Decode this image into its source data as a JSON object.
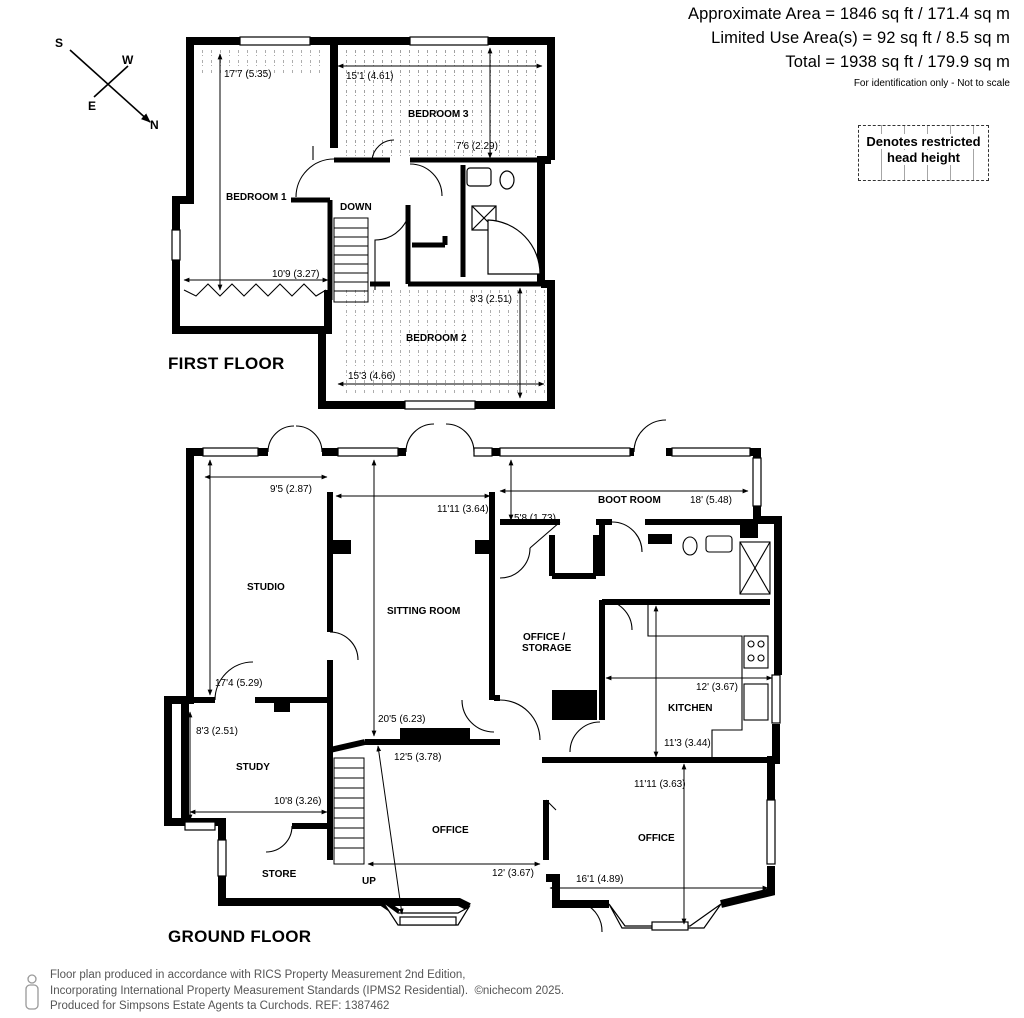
{
  "header": {
    "approx_area": "Approximate Area = 1846 sq ft / 171.4 sq m",
    "limited_use": "Limited Use Area(s) = 92 sq ft / 8.5 sq m",
    "total": "Total = 1938 sq ft / 179.9 sq m",
    "note": "For identification only - Not to scale"
  },
  "legend": {
    "line1": "Denotes restricted",
    "line2": "head height"
  },
  "compass": {
    "s": "S",
    "w": "W",
    "e": "E",
    "n": "N"
  },
  "first_floor": {
    "title": "FIRST FLOOR",
    "rooms": {
      "bedroom1": "BEDROOM 1",
      "bedroom2": "BEDROOM 2",
      "bedroom3": "BEDROOM 3",
      "down": "DOWN"
    },
    "dims": {
      "b1_len": "17'7 (5.35)",
      "b1_wid": "10'9 (3.27)",
      "b3_wid": "15'1 (4.61)",
      "b3_len": "7'6 (2.29)",
      "b2_len": "8'3 (2.51)",
      "b2_wid": "15'3 (4.66)"
    }
  },
  "ground_floor": {
    "title": "GROUND FLOOR",
    "rooms": {
      "studio": "STUDIO",
      "sitting": "SITTING ROOM",
      "boot": "BOOT ROOM",
      "office_storage_1": "OFFICE /",
      "office_storage_2": "STORAGE",
      "kitchen": "KITCHEN",
      "study": "STUDY",
      "store": "STORE",
      "office_mid": "OFFICE",
      "office_right": "OFFICE",
      "up": "UP"
    },
    "dims": {
      "studio_wid": "9'5 (2.87)",
      "studio_len": "17'4 (5.29)",
      "sitting_wid": "11'11 (3.64)",
      "sitting_len": "20'5 (6.23)",
      "boot_len": "18' (5.48)",
      "boot_wid": "5'8 (1.73)",
      "kitchen_wid": "12' (3.67)",
      "kitchen_len": "11'3 (3.44)",
      "study_len": "8'3 (2.51)",
      "study_wid": "10'8 (3.26)",
      "office_mid_len": "12'5 (3.78)",
      "office_mid_wid": "12' (3.67)",
      "office_right_len": "11'11 (3.63)",
      "office_right_wid": "16'1 (4.89)"
    }
  },
  "footer": {
    "line1": "Floor plan produced in accordance with RICS Property Measurement 2nd Edition,",
    "line2a": "Incorporating International Property Measurement Standards (IPMS2 Residential).",
    "brand": "©nichecom 2025.",
    "line3": "Produced for Simpsons Estate Agents ta Curchods.   REF: 1387462"
  }
}
